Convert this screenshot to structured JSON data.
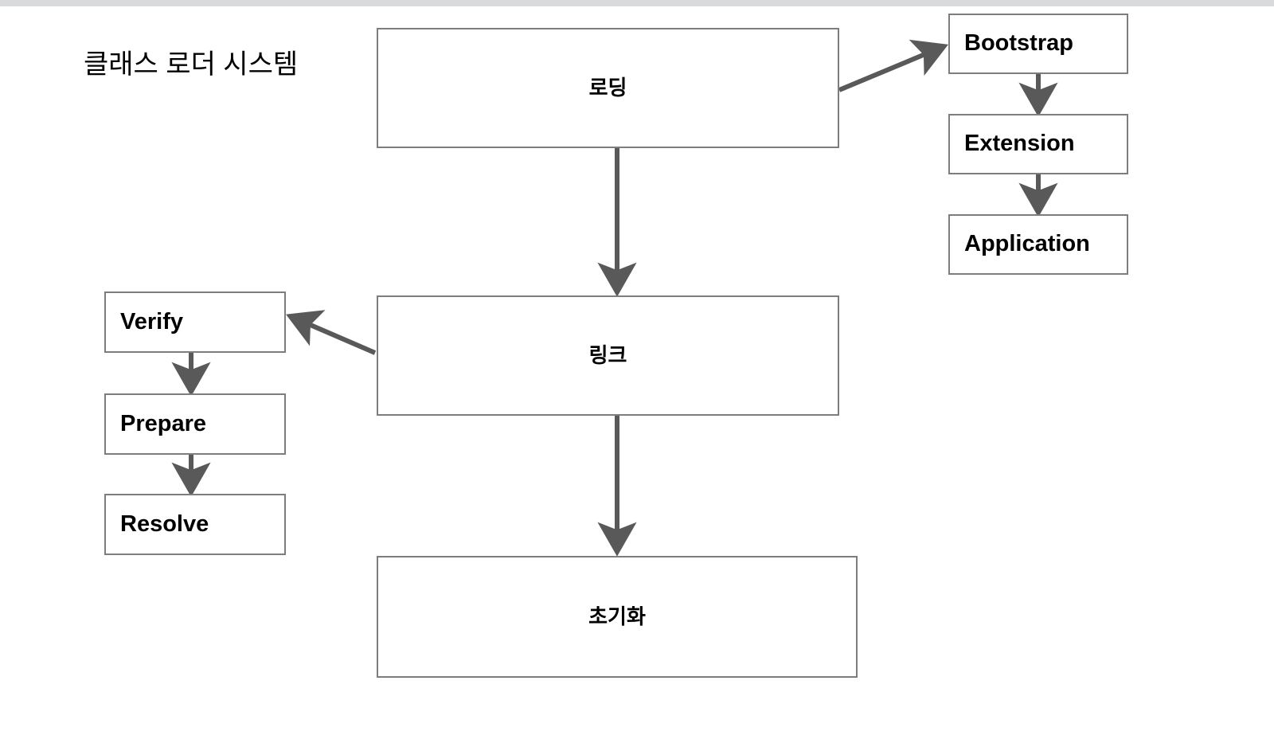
{
  "diagram": {
    "title": "클래스 로더 시스템",
    "stroke_color": "#7d7d7d",
    "arrow_color": "#595959",
    "background_color": "#ffffff",
    "top_strip_color": "#d9dadc",
    "text_color": "#000000",
    "main_flow": [
      {
        "id": "loading",
        "label": "로딩"
      },
      {
        "id": "link",
        "label": "링크"
      },
      {
        "id": "init",
        "label": "초기화"
      }
    ],
    "loader_chain": [
      {
        "id": "bootstrap",
        "label": "Bootstrap"
      },
      {
        "id": "extension",
        "label": "Extension"
      },
      {
        "id": "application",
        "label": "Application"
      }
    ],
    "link_phases": [
      {
        "id": "verify",
        "label": "Verify"
      },
      {
        "id": "prepare",
        "label": "Prepare"
      },
      {
        "id": "resolve",
        "label": "Resolve"
      }
    ],
    "edges": [
      {
        "from": "loading",
        "to": "link",
        "style": "vertical-arrow"
      },
      {
        "from": "link",
        "to": "init",
        "style": "vertical-arrow"
      },
      {
        "from": "loading",
        "to": "bootstrap",
        "style": "diagonal-arrow"
      },
      {
        "from": "bootstrap",
        "to": "extension",
        "style": "vertical-arrow"
      },
      {
        "from": "extension",
        "to": "application",
        "style": "vertical-arrow"
      },
      {
        "from": "link",
        "to": "verify",
        "style": "diagonal-arrow"
      },
      {
        "from": "verify",
        "to": "prepare",
        "style": "vertical-arrow"
      },
      {
        "from": "prepare",
        "to": "resolve",
        "style": "vertical-arrow"
      }
    ]
  }
}
